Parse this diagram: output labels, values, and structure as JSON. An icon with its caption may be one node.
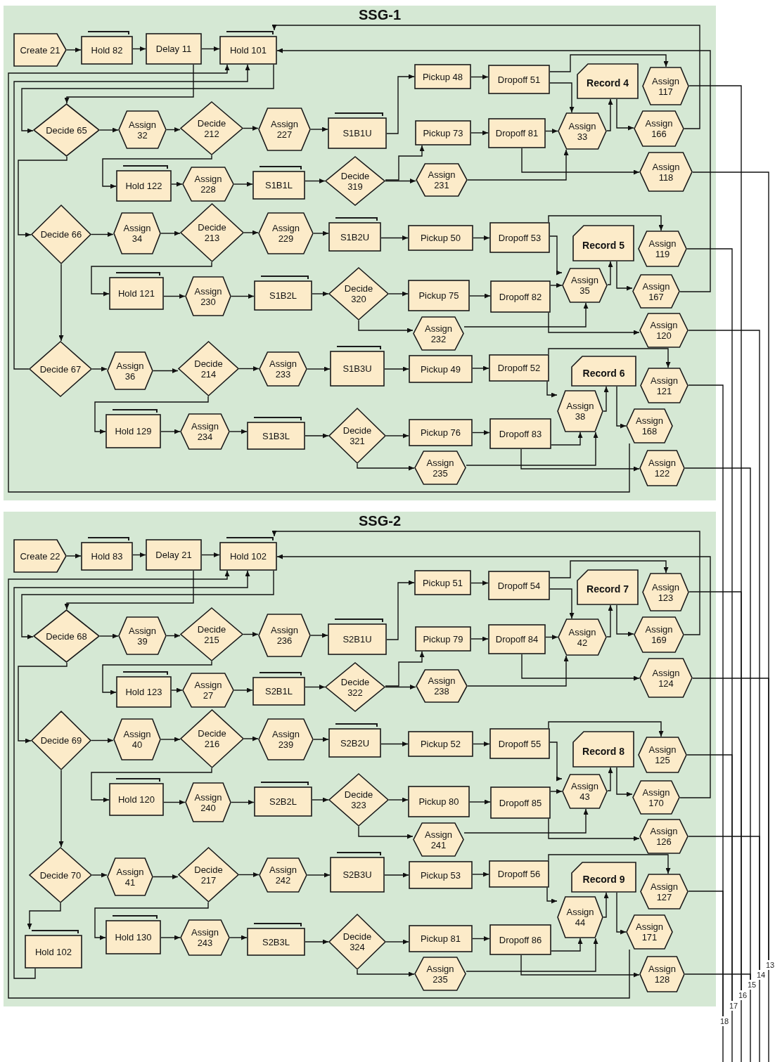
{
  "diagram": {
    "nodes": [
      {
        "text": [
          "SSG-1"
        ]
      },
      {
        "text": [
          "Create 21"
        ],
        "in": 0
      },
      {
        "text": [
          "Hold 82"
        ],
        "in": 0
      },
      {
        "text": [
          "Delay 11"
        ],
        "in": 0
      },
      {
        "text": [
          "Hold 101"
        ],
        "in": 0
      },
      {
        "text": [
          "Pickup 48"
        ],
        "in": 0
      },
      {
        "text": [
          "Dropoff 51"
        ],
        "in": 0
      },
      {
        "text": [
          "Record 4"
        ],
        "in": 0
      },
      {
        "text": [
          "Assign 117"
        ],
        "in": 0
      },
      {
        "text": [
          "Decide 65"
        ],
        "in": 0
      },
      {
        "text": [
          "Assign 32"
        ],
        "in": 0
      },
      {
        "text": [
          "Decide 212"
        ],
        "in": 0
      },
      {
        "text": [
          "Assign 227"
        ],
        "in": 0
      },
      {
        "text": [
          "S1B1U"
        ],
        "in": 0
      },
      {
        "text": [
          "Pickup 73"
        ],
        "in": 0
      },
      {
        "text": [
          "Dropoff 81"
        ],
        "in": 0
      },
      {
        "text": [
          "Assign 33"
        ],
        "in": 0
      },
      {
        "text": [
          "Assign 166"
        ],
        "in": 0
      },
      {
        "text": [
          "Hold 122"
        ],
        "in": 0
      },
      {
        "text": [
          "Assign 228"
        ],
        "in": 0
      },
      {
        "text": [
          "S1B1L"
        ],
        "in": 0
      },
      {
        "text": [
          "Decide 319"
        ],
        "in": 0
      },
      {
        "text": [
          "Assign 231"
        ],
        "in": 0
      },
      {
        "text": [
          "Assign 118"
        ],
        "in": 0
      },
      {
        "text": [
          "Decide 66"
        ],
        "in": 0
      },
      {
        "text": [
          "Assign 34"
        ],
        "in": 0
      },
      {
        "text": [
          "Decide 213"
        ],
        "in": 0
      },
      {
        "text": [
          "Assign 229"
        ],
        "in": 0
      },
      {
        "text": [
          "S1B2U"
        ],
        "in": 0
      },
      {
        "text": [
          "Pickup 50"
        ],
        "in": 0
      },
      {
        "text": [
          "Dropoff 53"
        ],
        "in": 0
      },
      {
        "text": [
          "Record 5"
        ],
        "in": 0
      },
      {
        "text": [
          "Assign 119"
        ],
        "in": 0
      },
      {
        "text": [
          "Hold 121"
        ],
        "in": 0
      },
      {
        "text": [
          "Assign 230"
        ],
        "in": 0
      },
      {
        "text": [
          "S1B2L"
        ],
        "in": 0
      },
      {
        "text": [
          "Decide 320"
        ],
        "in": 0
      },
      {
        "text": [
          "Pickup 75"
        ],
        "in": 0
      },
      {
        "text": [
          "Dropoff 82"
        ],
        "in": 0
      },
      {
        "text": [
          "Assign 35"
        ],
        "in": 0
      },
      {
        "text": [
          "Assign 167"
        ],
        "in": 0
      },
      {
        "text": [
          "Assign 232"
        ],
        "in": 0
      },
      {
        "text": [
          "Assign 120"
        ],
        "in": 0
      },
      {
        "text": [
          "Decide 67"
        ],
        "in": 0
      },
      {
        "text": [
          "Assign 36"
        ],
        "in": 0
      },
      {
        "text": [
          "Decide 214"
        ],
        "in": 0
      },
      {
        "text": [
          "Assign 233"
        ],
        "in": 0
      },
      {
        "text": [
          "S1B3U"
        ],
        "in": 0
      },
      {
        "text": [
          "Pickup 49"
        ],
        "in": 0
      },
      {
        "text": [
          "Dropoff 52"
        ],
        "in": 0
      },
      {
        "text": [
          "Record 6"
        ],
        "in": 0
      },
      {
        "text": [
          "Assign 121"
        ],
        "in": 0
      },
      {
        "text": [
          "Assign 38"
        ],
        "in": 0
      },
      {
        "text": [
          "Assign 168"
        ],
        "in": 0
      },
      {
        "text": [
          "Hold 129"
        ],
        "in": 0
      },
      {
        "text": [
          "Assign 234"
        ],
        "in": 0
      },
      {
        "text": [
          "S1B3L"
        ],
        "in": 0
      },
      {
        "text": [
          "Decide 321"
        ],
        "in": 0
      },
      {
        "text": [
          "Pickup 76"
        ],
        "in": 0
      },
      {
        "text": [
          "Dropoff 83"
        ],
        "in": 0
      },
      {
        "text": [
          "Assign 235"
        ],
        "in": 0
      },
      {
        "text": [
          "Assign 122"
        ],
        "in": 0
      },
      {
        "text": [
          "SSG-2"
        ]
      },
      {
        "text": [
          "Create 22"
        ],
        "in": 62
      },
      {
        "text": [
          "Hold 83"
        ],
        "in": 62
      },
      {
        "text": [
          "Delay 21"
        ],
        "in": 62
      },
      {
        "text": [
          "Hold 102"
        ],
        "in": 62
      },
      {
        "text": [
          "Pickup 51"
        ],
        "in": 62
      },
      {
        "text": [
          "Dropoff 54"
        ],
        "in": 62
      },
      {
        "text": [
          "Record 7"
        ],
        "in": 62
      },
      {
        "text": [
          "Assign 123"
        ],
        "in": 62
      },
      {
        "text": [
          "Decide 68"
        ],
        "in": 62
      },
      {
        "text": [
          "Assign 39"
        ],
        "in": 62
      },
      {
        "text": [
          "Decide 215"
        ],
        "in": 62
      },
      {
        "text": [
          "Assign 236"
        ],
        "in": 62
      },
      {
        "text": [
          "S2B1U"
        ],
        "in": 62
      },
      {
        "text": [
          "Pickup 79"
        ],
        "in": 62
      },
      {
        "text": [
          "Dropoff 84"
        ],
        "in": 62
      },
      {
        "text": [
          "Assign 42"
        ],
        "in": 62
      },
      {
        "text": [
          "Assign 169"
        ],
        "in": 62
      },
      {
        "text": [
          "Hold 123"
        ],
        "in": 62
      },
      {
        "text": [
          "Assign 27"
        ],
        "in": 62
      },
      {
        "text": [
          "S2B1L"
        ],
        "in": 62
      },
      {
        "text": [
          "Decide 322"
        ],
        "in": 62
      },
      {
        "text": [
          "Assign 238"
        ],
        "in": 62
      },
      {
        "text": [
          "Assign 124"
        ],
        "in": 62
      },
      {
        "text": [
          "Decide 69"
        ],
        "in": 62
      },
      {
        "text": [
          "Assign 40"
        ],
        "in": 62
      },
      {
        "text": [
          "Decide 216"
        ],
        "in": 62
      },
      {
        "text": [
          "Assign 239"
        ],
        "in": 62
      },
      {
        "text": [
          "S2B2U"
        ],
        "in": 62
      },
      {
        "text": [
          "Pickup 52"
        ],
        "in": 62
      },
      {
        "text": [
          "Dropoff 55"
        ],
        "in": 62
      },
      {
        "text": [
          "Record 8"
        ],
        "in": 62
      },
      {
        "text": [
          "Assign 125"
        ],
        "in": 62
      },
      {
        "text": [
          "Hold 120"
        ],
        "in": 62
      },
      {
        "text": [
          "Assign 240"
        ],
        "in": 62
      },
      {
        "text": [
          "S2B2L"
        ],
        "in": 62
      },
      {
        "text": [
          "Decide 323"
        ],
        "in": 62
      },
      {
        "text": [
          "Pickup 80"
        ],
        "in": 62
      },
      {
        "text": [
          "Dropoff 85"
        ],
        "in": 62
      },
      {
        "text": [
          "Assign 43"
        ],
        "in": 62
      },
      {
        "text": [
          "Assign 170"
        ],
        "in": 62
      },
      {
        "text": [
          "Assign 241"
        ],
        "in": 62
      },
      {
        "text": [
          "Assign 126"
        ],
        "in": 62
      },
      {
        "text": [
          "Decide 70"
        ],
        "in": 62
      },
      {
        "text": [
          "Assign 41"
        ],
        "in": 62
      },
      {
        "text": [
          "Decide 217"
        ],
        "in": 62
      },
      {
        "text": [
          "Assign 242"
        ],
        "in": 62
      },
      {
        "text": [
          "S2B3U"
        ],
        "in": 62
      },
      {
        "text": [
          "Pickup 53"
        ],
        "in": 62
      },
      {
        "text": [
          "Dropoff 56"
        ],
        "in": 62
      },
      {
        "text": [
          "Record 9"
        ],
        "in": 62
      },
      {
        "text": [
          "Assign 127"
        ],
        "in": 62
      },
      {
        "text": [
          "Assign 44"
        ],
        "in": 62
      },
      {
        "text": [
          "Assign 171"
        ],
        "in": 62
      },
      {
        "text": [
          "Hold 102"
        ],
        "in": 62
      },
      {
        "text": [
          "Hold 130"
        ],
        "in": 62
      },
      {
        "text": [
          "Assign 243"
        ],
        "in": 62
      },
      {
        "text": [
          "S2B3L"
        ],
        "in": 62
      },
      {
        "text": [
          "Decide 324"
        ],
        "in": 62
      },
      {
        "text": [
          "Pickup 81"
        ],
        "in": 62
      },
      {
        "text": [
          "Dropoff 86"
        ],
        "in": 62
      },
      {
        "text": [
          "Assign 235"
        ],
        "in": 62
      },
      {
        "text": [
          "Assign 128"
        ],
        "in": 62
      },
      {
        "text": [
          "13"
        ]
      },
      {
        "text": [
          "14"
        ]
      },
      {
        "text": [
          "15"
        ]
      },
      {
        "text": [
          "16"
        ]
      },
      {
        "text": [
          "17"
        ]
      },
      {
        "text": [
          "18"
        ]
      }
    ],
    "edges": [
      {
        "from": 1,
        "to": 2,
        "arrow": "to"
      },
      {
        "from": 2,
        "to": 3,
        "arrow": "to"
      },
      {
        "from": 3,
        "to": 4,
        "arrow": "to"
      },
      {
        "from": 4,
        "to": 9,
        "arrow": "to"
      },
      {
        "from": 3,
        "to": 9,
        "arrow": "to"
      },
      {
        "from": 9,
        "to": 10,
        "arrow": "to"
      },
      {
        "from": 10,
        "to": 11,
        "arrow": "to"
      },
      {
        "from": 11,
        "to": 12,
        "arrow": "to"
      },
      {
        "from": 12,
        "to": 13,
        "arrow": "to"
      },
      {
        "from": 11,
        "to": 18,
        "arrow": "to"
      },
      {
        "from": 18,
        "to": 19,
        "arrow": "to"
      },
      {
        "from": 19,
        "to": 20,
        "arrow": "to"
      },
      {
        "from": 20,
        "to": 21,
        "arrow": "to"
      },
      {
        "from": 13,
        "to": 5,
        "arrow": "to"
      },
      {
        "from": 21,
        "to": 14,
        "arrow": "to"
      },
      {
        "from": 21,
        "to": 22,
        "arrow": "to"
      },
      {
        "from": 5,
        "to": 6,
        "arrow": "to"
      },
      {
        "from": 6,
        "to": 8,
        "arrow": "to"
      },
      {
        "from": 6,
        "to": 16,
        "arrow": "to"
      },
      {
        "from": 14,
        "to": 15,
        "arrow": "to"
      },
      {
        "from": 15,
        "to": 16,
        "arrow": "to"
      },
      {
        "from": 15,
        "to": 23,
        "arrow": "to"
      },
      {
        "from": 22,
        "to": 16,
        "arrow": "to"
      },
      {
        "from": 16,
        "to": 7,
        "arrow": "to"
      },
      {
        "from": 7,
        "to": 17,
        "arrow": "to"
      },
      {
        "from": 17,
        "to": 4,
        "arrow": "to"
      },
      {
        "from": 9,
        "to": 24,
        "arrow": "to"
      },
      {
        "from": 24,
        "to": 25,
        "arrow": "to"
      },
      {
        "from": 25,
        "to": 26,
        "arrow": "to"
      },
      {
        "from": 26,
        "to": 27,
        "arrow": "to"
      },
      {
        "from": 27,
        "to": 28,
        "arrow": "to"
      },
      {
        "from": 26,
        "to": 33,
        "arrow": "to"
      },
      {
        "from": 33,
        "to": 34,
        "arrow": "to"
      },
      {
        "from": 34,
        "to": 35,
        "arrow": "to"
      },
      {
        "from": 35,
        "to": 36,
        "arrow": "to"
      },
      {
        "from": 28,
        "to": 29,
        "arrow": "to"
      },
      {
        "from": 36,
        "to": 37,
        "arrow": "to"
      },
      {
        "from": 36,
        "to": 41,
        "arrow": "to"
      },
      {
        "from": 29,
        "to": 30,
        "arrow": "to"
      },
      {
        "from": 30,
        "to": 32,
        "arrow": "to"
      },
      {
        "from": 30,
        "to": 39,
        "arrow": "to"
      },
      {
        "from": 37,
        "to": 38,
        "arrow": "to"
      },
      {
        "from": 38,
        "to": 39,
        "arrow": "to"
      },
      {
        "from": 38,
        "to": 42,
        "arrow": "to"
      },
      {
        "from": 41,
        "to": 39,
        "arrow": "to"
      },
      {
        "from": 39,
        "to": 31,
        "arrow": "to"
      },
      {
        "from": 31,
        "to": 40,
        "arrow": "to"
      },
      {
        "from": 40,
        "to": 4,
        "arrow": "to"
      },
      {
        "from": 24,
        "to": 43,
        "arrow": "to"
      },
      {
        "from": 43,
        "to": 44,
        "arrow": "to"
      },
      {
        "from": 44,
        "to": 45,
        "arrow": "to"
      },
      {
        "from": 45,
        "to": 46,
        "arrow": "to"
      },
      {
        "from": 46,
        "to": 47,
        "arrow": "to"
      },
      {
        "from": 45,
        "to": 54,
        "arrow": "to"
      },
      {
        "from": 54,
        "to": 55,
        "arrow": "to"
      },
      {
        "from": 55,
        "to": 56,
        "arrow": "to"
      },
      {
        "from": 56,
        "to": 57,
        "arrow": "to"
      },
      {
        "from": 47,
        "to": 48,
        "arrow": "to"
      },
      {
        "from": 57,
        "to": 58,
        "arrow": "to"
      },
      {
        "from": 57,
        "to": 60,
        "arrow": "to"
      },
      {
        "from": 48,
        "to": 49,
        "arrow": "to"
      },
      {
        "from": 49,
        "to": 51,
        "arrow": "to"
      },
      {
        "from": 49,
        "to": 52,
        "arrow": "to"
      },
      {
        "from": 58,
        "to": 59,
        "arrow": "to"
      },
      {
        "from": 59,
        "to": 52,
        "arrow": "to"
      },
      {
        "from": 59,
        "to": 61,
        "arrow": "to"
      },
      {
        "from": 60,
        "to": 52,
        "arrow": "to"
      },
      {
        "from": 52,
        "to": 50,
        "arrow": "to"
      },
      {
        "from": 50,
        "to": 53,
        "arrow": "to"
      },
      {
        "from": 53,
        "to": 4,
        "arrow": "to"
      },
      {
        "from": 43,
        "to": 4,
        "arrow": "to"
      },
      {
        "from": 63,
        "to": 64,
        "arrow": "to"
      },
      {
        "from": 64,
        "to": 65,
        "arrow": "to"
      },
      {
        "from": 65,
        "to": 66,
        "arrow": "to"
      },
      {
        "from": 66,
        "to": 71,
        "arrow": "to"
      },
      {
        "from": 65,
        "to": 71,
        "arrow": "to"
      },
      {
        "from": 71,
        "to": 72,
        "arrow": "to"
      },
      {
        "from": 72,
        "to": 73,
        "arrow": "to"
      },
      {
        "from": 73,
        "to": 74,
        "arrow": "to"
      },
      {
        "from": 74,
        "to": 75,
        "arrow": "to"
      },
      {
        "from": 73,
        "to": 80,
        "arrow": "to"
      },
      {
        "from": 80,
        "to": 81,
        "arrow": "to"
      },
      {
        "from": 81,
        "to": 82,
        "arrow": "to"
      },
      {
        "from": 82,
        "to": 83,
        "arrow": "to"
      },
      {
        "from": 75,
        "to": 67,
        "arrow": "to"
      },
      {
        "from": 83,
        "to": 76,
        "arrow": "to"
      },
      {
        "from": 83,
        "to": 84,
        "arrow": "to"
      },
      {
        "from": 67,
        "to": 68,
        "arrow": "to"
      },
      {
        "from": 68,
        "to": 70,
        "arrow": "to"
      },
      {
        "from": 68,
        "to": 78,
        "arrow": "to"
      },
      {
        "from": 76,
        "to": 77,
        "arrow": "to"
      },
      {
        "from": 77,
        "to": 78,
        "arrow": "to"
      },
      {
        "from": 77,
        "to": 85,
        "arrow": "to"
      },
      {
        "from": 84,
        "to": 78,
        "arrow": "to"
      },
      {
        "from": 78,
        "to": 69,
        "arrow": "to"
      },
      {
        "from": 69,
        "to": 79,
        "arrow": "to"
      },
      {
        "from": 79,
        "to": 66,
        "arrow": "to"
      },
      {
        "from": 71,
        "to": 86,
        "arrow": "to"
      },
      {
        "from": 86,
        "to": 87,
        "arrow": "to"
      },
      {
        "from": 87,
        "to": 88,
        "arrow": "to"
      },
      {
        "from": 88,
        "to": 89,
        "arrow": "to"
      },
      {
        "from": 89,
        "to": 90,
        "arrow": "to"
      },
      {
        "from": 88,
        "to": 95,
        "arrow": "to"
      },
      {
        "from": 95,
        "to": 96,
        "arrow": "to"
      },
      {
        "from": 96,
        "to": 97,
        "arrow": "to"
      },
      {
        "from": 97,
        "to": 98,
        "arrow": "to"
      },
      {
        "from": 90,
        "to": 91,
        "arrow": "to"
      },
      {
        "from": 98,
        "to": 99,
        "arrow": "to"
      },
      {
        "from": 98,
        "to": 103,
        "arrow": "to"
      },
      {
        "from": 91,
        "to": 92,
        "arrow": "to"
      },
      {
        "from": 92,
        "to": 94,
        "arrow": "to"
      },
      {
        "from": 92,
        "to": 101,
        "arrow": "to"
      },
      {
        "from": 99,
        "to": 100,
        "arrow": "to"
      },
      {
        "from": 100,
        "to": 101,
        "arrow": "to"
      },
      {
        "from": 100,
        "to": 104,
        "arrow": "to"
      },
      {
        "from": 103,
        "to": 101,
        "arrow": "to"
      },
      {
        "from": 101,
        "to": 93,
        "arrow": "to"
      },
      {
        "from": 93,
        "to": 102,
        "arrow": "to"
      },
      {
        "from": 102,
        "to": 66,
        "arrow": "to"
      },
      {
        "from": 86,
        "to": 105,
        "arrow": "to"
      },
      {
        "from": 105,
        "to": 106,
        "arrow": "to"
      },
      {
        "from": 106,
        "to": 107,
        "arrow": "to"
      },
      {
        "from": 107,
        "to": 108,
        "arrow": "to"
      },
      {
        "from": 108,
        "to": 109,
        "arrow": "to"
      },
      {
        "from": 107,
        "to": 117,
        "arrow": "to"
      },
      {
        "from": 117,
        "to": 118,
        "arrow": "to"
      },
      {
        "from": 118,
        "to": 119,
        "arrow": "to"
      },
      {
        "from": 119,
        "to": 120,
        "arrow": "to"
      },
      {
        "from": 109,
        "to": 110,
        "arrow": "to"
      },
      {
        "from": 120,
        "to": 121,
        "arrow": "to"
      },
      {
        "from": 120,
        "to": 123,
        "arrow": "to"
      },
      {
        "from": 110,
        "to": 111,
        "arrow": "to"
      },
      {
        "from": 111,
        "to": 113,
        "arrow": "to"
      },
      {
        "from": 111,
        "to": 114,
        "arrow": "to"
      },
      {
        "from": 121,
        "to": 122,
        "arrow": "to"
      },
      {
        "from": 122,
        "to": 114,
        "arrow": "to"
      },
      {
        "from": 122,
        "to": 124,
        "arrow": "to"
      },
      {
        "from": 123,
        "to": 114,
        "arrow": "to"
      },
      {
        "from": 114,
        "to": 112,
        "arrow": "to"
      },
      {
        "from": 112,
        "to": 115,
        "arrow": "to"
      },
      {
        "from": 115,
        "to": 66,
        "arrow": "to"
      },
      {
        "from": 105,
        "to": 116,
        "arrow": "to"
      },
      {
        "from": 116,
        "to": 66,
        "arrow": "to"
      },
      {
        "from": 8,
        "to": 128,
        "arrow": "none"
      },
      {
        "from": 23,
        "to": 125,
        "arrow": "none"
      },
      {
        "from": 32,
        "to": 129,
        "arrow": "none"
      },
      {
        "from": 42,
        "to": 126,
        "arrow": "none"
      },
      {
        "from": 51,
        "to": 130,
        "arrow": "none"
      },
      {
        "from": 61,
        "to": 127,
        "arrow": "none"
      },
      {
        "from": 70,
        "to": 128,
        "arrow": "none"
      },
      {
        "from": 85,
        "to": 125,
        "arrow": "none"
      },
      {
        "from": 94,
        "to": 129,
        "arrow": "none"
      },
      {
        "from": 104,
        "to": 126,
        "arrow": "none"
      },
      {
        "from": 113,
        "to": 130,
        "arrow": "none"
      },
      {
        "from": 124,
        "to": 127,
        "arrow": "none"
      },
      {
        "from": 125,
        "to": null,
        "arrow": "none"
      },
      {
        "from": 126,
        "to": null,
        "arrow": "none"
      },
      {
        "from": 127,
        "to": null,
        "arrow": "none"
      },
      {
        "from": 128,
        "to": null,
        "arrow": "none"
      },
      {
        "from": 129,
        "to": null,
        "arrow": "none"
      },
      {
        "from": 130,
        "to": null,
        "arrow": "none"
      }
    ]
  }
}
